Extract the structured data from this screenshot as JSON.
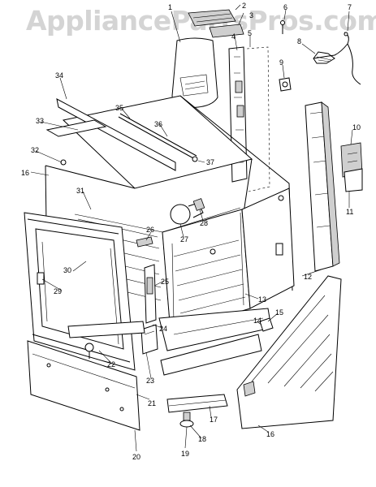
{
  "watermark": "AppliancePartsPros.com",
  "callouts": {
    "c1": "1",
    "c2": "2",
    "c3": "3",
    "c4": "4",
    "c5": "5",
    "c6": "6",
    "c7": "7",
    "c8": "8",
    "c9": "9",
    "c10": "10",
    "c11": "11",
    "c12": "12",
    "c13": "13",
    "c14": "14",
    "c15": "15",
    "c16a": "16",
    "c16b": "16",
    "c17": "17",
    "c18": "18",
    "c19": "19",
    "c20": "20",
    "c21": "21",
    "c22": "22",
    "c23": "23",
    "c24": "24",
    "c25": "25",
    "c26": "26",
    "c27": "27",
    "c28": "28",
    "c29": "29",
    "c30": "30",
    "c31": "31",
    "c32": "32",
    "c33": "33",
    "c34": "34",
    "c35": "35",
    "c36": "36",
    "c37": "37"
  }
}
